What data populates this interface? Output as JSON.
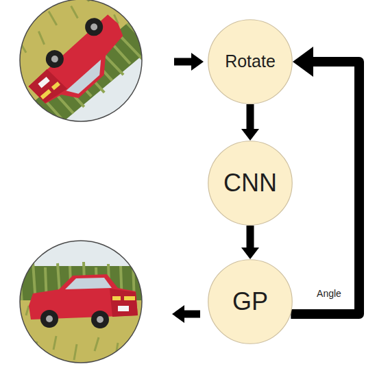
{
  "diagram": {
    "nodes": [
      {
        "text": [
          "Rotate"
        ]
      },
      {
        "text": [
          "CNN"
        ]
      },
      {
        "text": [
          "GP"
        ]
      }
    ],
    "edges": [
      {
        "from": 0,
        "to": 1,
        "arrow": "to"
      },
      {
        "from": 1,
        "to": 2,
        "arrow": "to"
      },
      {
        "from": 2,
        "to": 0,
        "label": "Angle",
        "arrow": "to"
      }
    ]
  }
}
